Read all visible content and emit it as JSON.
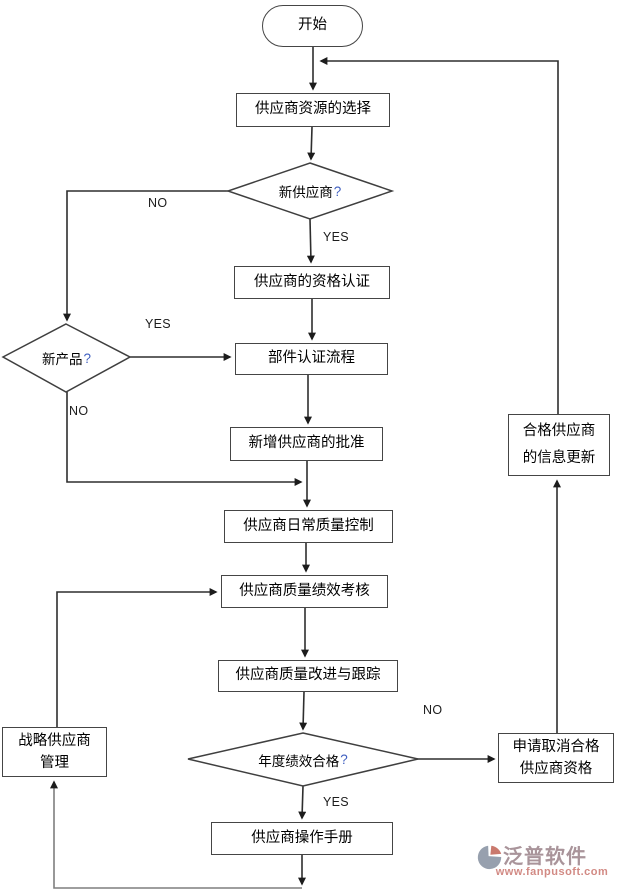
{
  "diagram": {
    "type": "flowchart",
    "nodes": {
      "start": {
        "label": "开始"
      },
      "select": {
        "label": "供应商资源的选择"
      },
      "new_supplier": {
        "label": "新供应商",
        "qmark": "?"
      },
      "qualification": {
        "label": "供应商的资格认证"
      },
      "component_cert": {
        "label": "部件认证流程"
      },
      "new_product": {
        "label": "新产品",
        "qmark": "?"
      },
      "approval": {
        "label": "新增供应商的批准"
      },
      "daily_quality": {
        "label": "供应商日常质量控制"
      },
      "performance": {
        "label": "供应商质量绩效考核"
      },
      "improvement": {
        "label": "供应商质量改进与跟踪"
      },
      "annual_check": {
        "label": "年度绩效合格",
        "qmark": "?"
      },
      "manual": {
        "label": "供应商操作手册"
      },
      "strategic": {
        "label": "战略供应商\n管理"
      },
      "cancel_request": {
        "label": "申请取消合格\n供应商资格"
      },
      "info_update": {
        "label": "合格供应商\n的信息更新"
      }
    },
    "edge_labels": {
      "new_supplier_no": "NO",
      "new_supplier_yes": "YES",
      "new_product_yes": "YES",
      "new_product_no": "NO",
      "annual_no": "NO",
      "annual_yes": "YES"
    }
  },
  "watermark": {
    "brand": "泛普软件",
    "url": "www.fanpusoft.com"
  },
  "colors": {
    "line": "#2e2e2e",
    "loop_line": "#7f7f7f",
    "box_border": "#454545",
    "box_fill": "#ffffff",
    "text": "#000000",
    "question_mark": "#3f5fc0",
    "watermark_brand": "#a9949a",
    "watermark_url": "#d28a84",
    "logo_red": "#ca796d",
    "logo_gray": "#97a0ae"
  }
}
